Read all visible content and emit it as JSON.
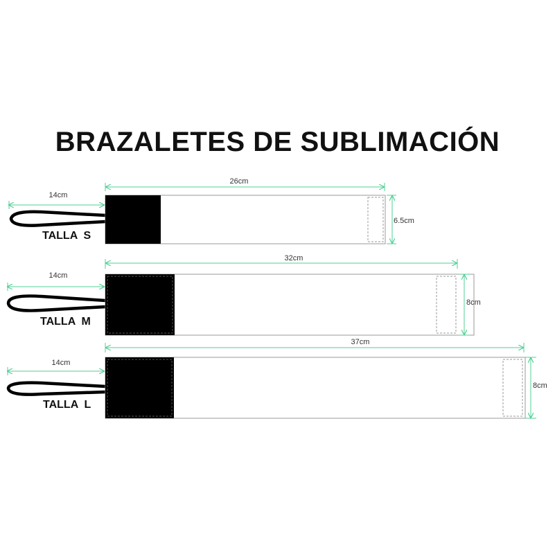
{
  "title": "BRAZALETES DE SUBLIMACIÓN",
  "colors": {
    "dimension_line": "#4fcf95",
    "strap_fill": "#000000",
    "band_outline": "#9a9a9a",
    "dashed": "#999999"
  },
  "bands": [
    {
      "size_label": "TALLA  S",
      "strap_label": "14cm",
      "length_label": "26cm",
      "height_label": "6.5cm"
    },
    {
      "size_label": "TALLA  M",
      "strap_label": "14cm",
      "length_label": "32cm",
      "height_label": "8cm"
    },
    {
      "size_label": "TALLA  L",
      "strap_label": "14cm",
      "length_label": "37cm",
      "height_label": "8cm"
    }
  ]
}
